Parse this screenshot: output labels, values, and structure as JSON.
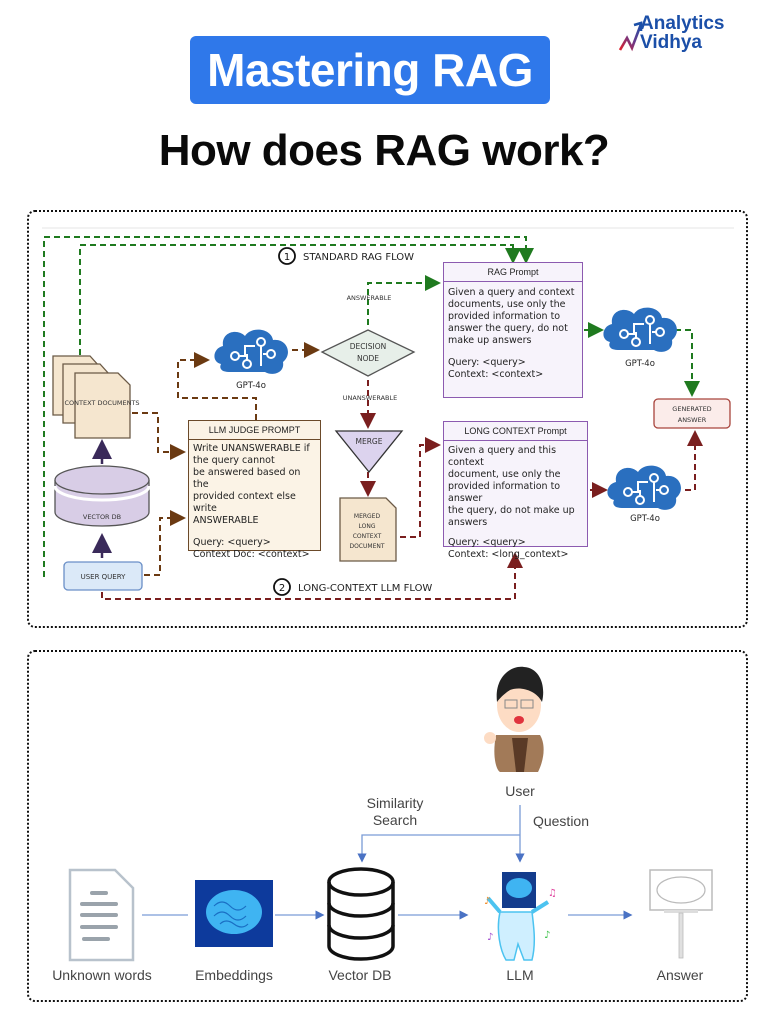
{
  "header": {
    "badge": "Mastering RAG",
    "title": "How does RAG work?",
    "logo": {
      "line1": "Analytics",
      "line2": "Vidhya"
    }
  },
  "flow_diagram": {
    "flows": [
      {
        "number": "1",
        "label": "STANDARD RAG FLOW",
        "color": "#1f7a1f"
      },
      {
        "number": "2",
        "label": "LONG-CONTEXT LLM FLOW",
        "color": "#7a1f1f"
      }
    ],
    "nodes": {
      "context_documents": "CONTEXT DOCUMENTS",
      "vector_db": "VECTOR DB",
      "user_query": "USER QUERY",
      "gpt_judge": "GPT-4o",
      "decision_node": [
        "DECISION",
        "NODE"
      ],
      "answerable": "ANSWERABLE",
      "unanswerable": "UNANSWERABLE",
      "merge": "MERGE",
      "merged_doc": [
        "MERGED",
        "LONG",
        "CONTEXT",
        "DOCUMENT"
      ],
      "gpt_rag": "GPT-4o",
      "gpt_long": "GPT-4o",
      "generated_answer": [
        "GENERATED",
        "ANSWER"
      ]
    },
    "llm_judge_prompt": {
      "title": "LLM JUDGE PROMPT",
      "body": [
        "Write UNANSWERABLE if",
        "the query cannot",
        "be answered based on the",
        "provided context else write",
        "ANSWERABLE"
      ],
      "vars": [
        "Query: <query>",
        "Context Doc: <context>"
      ]
    },
    "rag_prompt": {
      "title": "RAG Prompt",
      "body": [
        "Given a query and context",
        "documents, use only the",
        "provided information to",
        "answer the query, do not",
        "make up answers"
      ],
      "vars": [
        "Query: <query>",
        "Context: <context>"
      ]
    },
    "long_context_prompt": {
      "title": "LONG CONTEXT Prompt",
      "body": [
        "Given a query and this context",
        "document, use only the",
        "provided information to answer",
        "the query, do not make up",
        "answers"
      ],
      "vars": [
        "Query: <query>",
        "Context: <long_context>"
      ]
    }
  },
  "simple_diagram": {
    "steps": [
      "Unknown words",
      "Embeddings",
      "Vector DB",
      "LLM",
      "Answer"
    ],
    "user": "User",
    "similarity_search": [
      "Similarity",
      "Search"
    ],
    "question": "Question"
  },
  "colors": {
    "accent": "#2f78ea",
    "standard_flow": "#1f7a1f",
    "long_flow": "#7a1f1f",
    "judge_flow": "#6b3a12",
    "gpt_blue": "#2a6fbf",
    "prompt_purple": "#8c5ab0"
  }
}
